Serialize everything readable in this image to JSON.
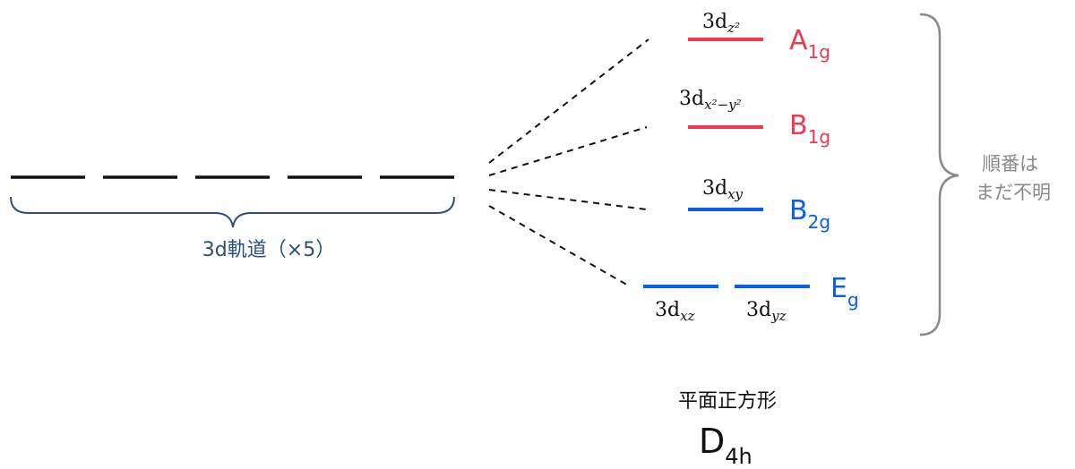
{
  "colors": {
    "degenerate": "#111111",
    "brace_left": "#2b4f7e",
    "red": "#f0384f",
    "blue": "#0b5ee8",
    "brace_right": "#8a8a8a"
  },
  "degenerate": {
    "label": "3d軌道（×5）"
  },
  "levels": [
    {
      "id": "a1g",
      "orbital_main": "3d",
      "orbital_sub": "z²",
      "sym_main": "A",
      "sym_sub": "1g",
      "color": "red"
    },
    {
      "id": "b1g",
      "orbital_main": "3d",
      "orbital_sub": "x²−y²",
      "sym_main": "B",
      "sym_sub": "1g",
      "color": "red"
    },
    {
      "id": "b2g",
      "orbital_main": "3d",
      "orbital_sub": "xy",
      "sym_main": "B",
      "sym_sub": "2g",
      "color": "blue"
    },
    {
      "id": "eg",
      "orbital_main": "3d",
      "orbital_subs": [
        "xz",
        "yz"
      ],
      "sym_main": "E",
      "sym_sub": "g",
      "color": "blue"
    }
  ],
  "order_note": [
    "順番は",
    "まだ不明"
  ],
  "geometry": "平面正方形",
  "point_group": {
    "main": "D",
    "sub": "4h"
  }
}
